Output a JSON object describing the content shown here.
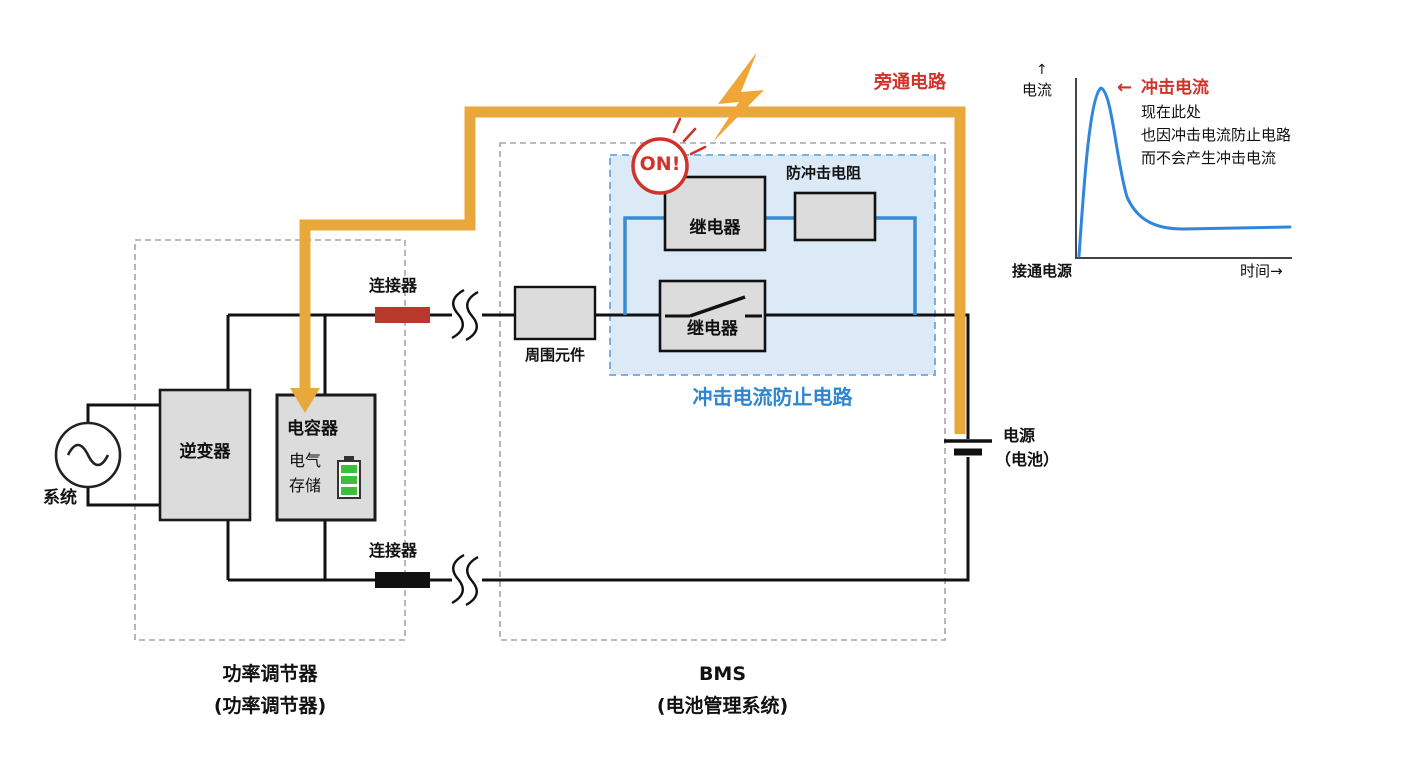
{
  "labels": {
    "system": "系统",
    "inverter": "逆变器",
    "capacitor_title": "电容器",
    "capacitor_sub1": "电气",
    "capacitor_sub2": "存储",
    "connector_top": "连接器",
    "connector_bottom": "连接器",
    "peripheral": "周围元件",
    "relay_top": "继电器",
    "relay_bottom": "继电器",
    "inrush_resistor": "防冲击电阻",
    "inrush_circuit_title": "冲击电流防止电路",
    "bypass_circuit": "旁通电路",
    "on_badge": "ON!",
    "power_line1": "电源",
    "power_line2": "（电池）",
    "power_conditioner_line1": "功率调节器",
    "power_conditioner_line2": "(功率调节器)",
    "bms_line1": "BMS",
    "bms_line2": "(电池管理系统)"
  },
  "chart": {
    "y_axis_arrow": "↑",
    "y_label": "电流",
    "x_label": "时间→",
    "origin_label": "接通电源",
    "peak_arrow": "←",
    "peak_label": "冲击电流",
    "note_line1": "现在此处",
    "note_line2": "也因冲击电流防止电路",
    "note_line3": "而不会产生冲击电流"
  },
  "colors": {
    "bypass_orange": "#E9A83B",
    "alert_red": "#CF332A",
    "circuit_blue": "#3A8CD0",
    "inrush_box_fill": "#DCEAF7",
    "inrush_box_border": "#6FA8DC",
    "component_gray": "#DCDCDC",
    "wire_black": "#111111",
    "connector_red": "#B8382C",
    "battery_green": "#3DBE3D",
    "dashed_box_gray": "#A5A5A5"
  },
  "chart_data": {
    "type": "line",
    "title": "冲击电流",
    "xlabel": "时间",
    "ylabel": "电流",
    "x_start_label": "接通电源",
    "annotations": [
      "← 冲击电流",
      "现在此处",
      "也因冲击电流防止电路",
      "而不会产生冲击电流"
    ],
    "grid": false,
    "legend": false,
    "ylim": [
      0,
      10
    ],
    "series": [
      {
        "name": "电流",
        "x": [
          0,
          0.5,
          1,
          1.5,
          2,
          3,
          5,
          10
        ],
        "values": [
          0,
          9.8,
          4.5,
          2.2,
          1.6,
          1.3,
          1.2,
          1.2
        ]
      }
    ]
  }
}
